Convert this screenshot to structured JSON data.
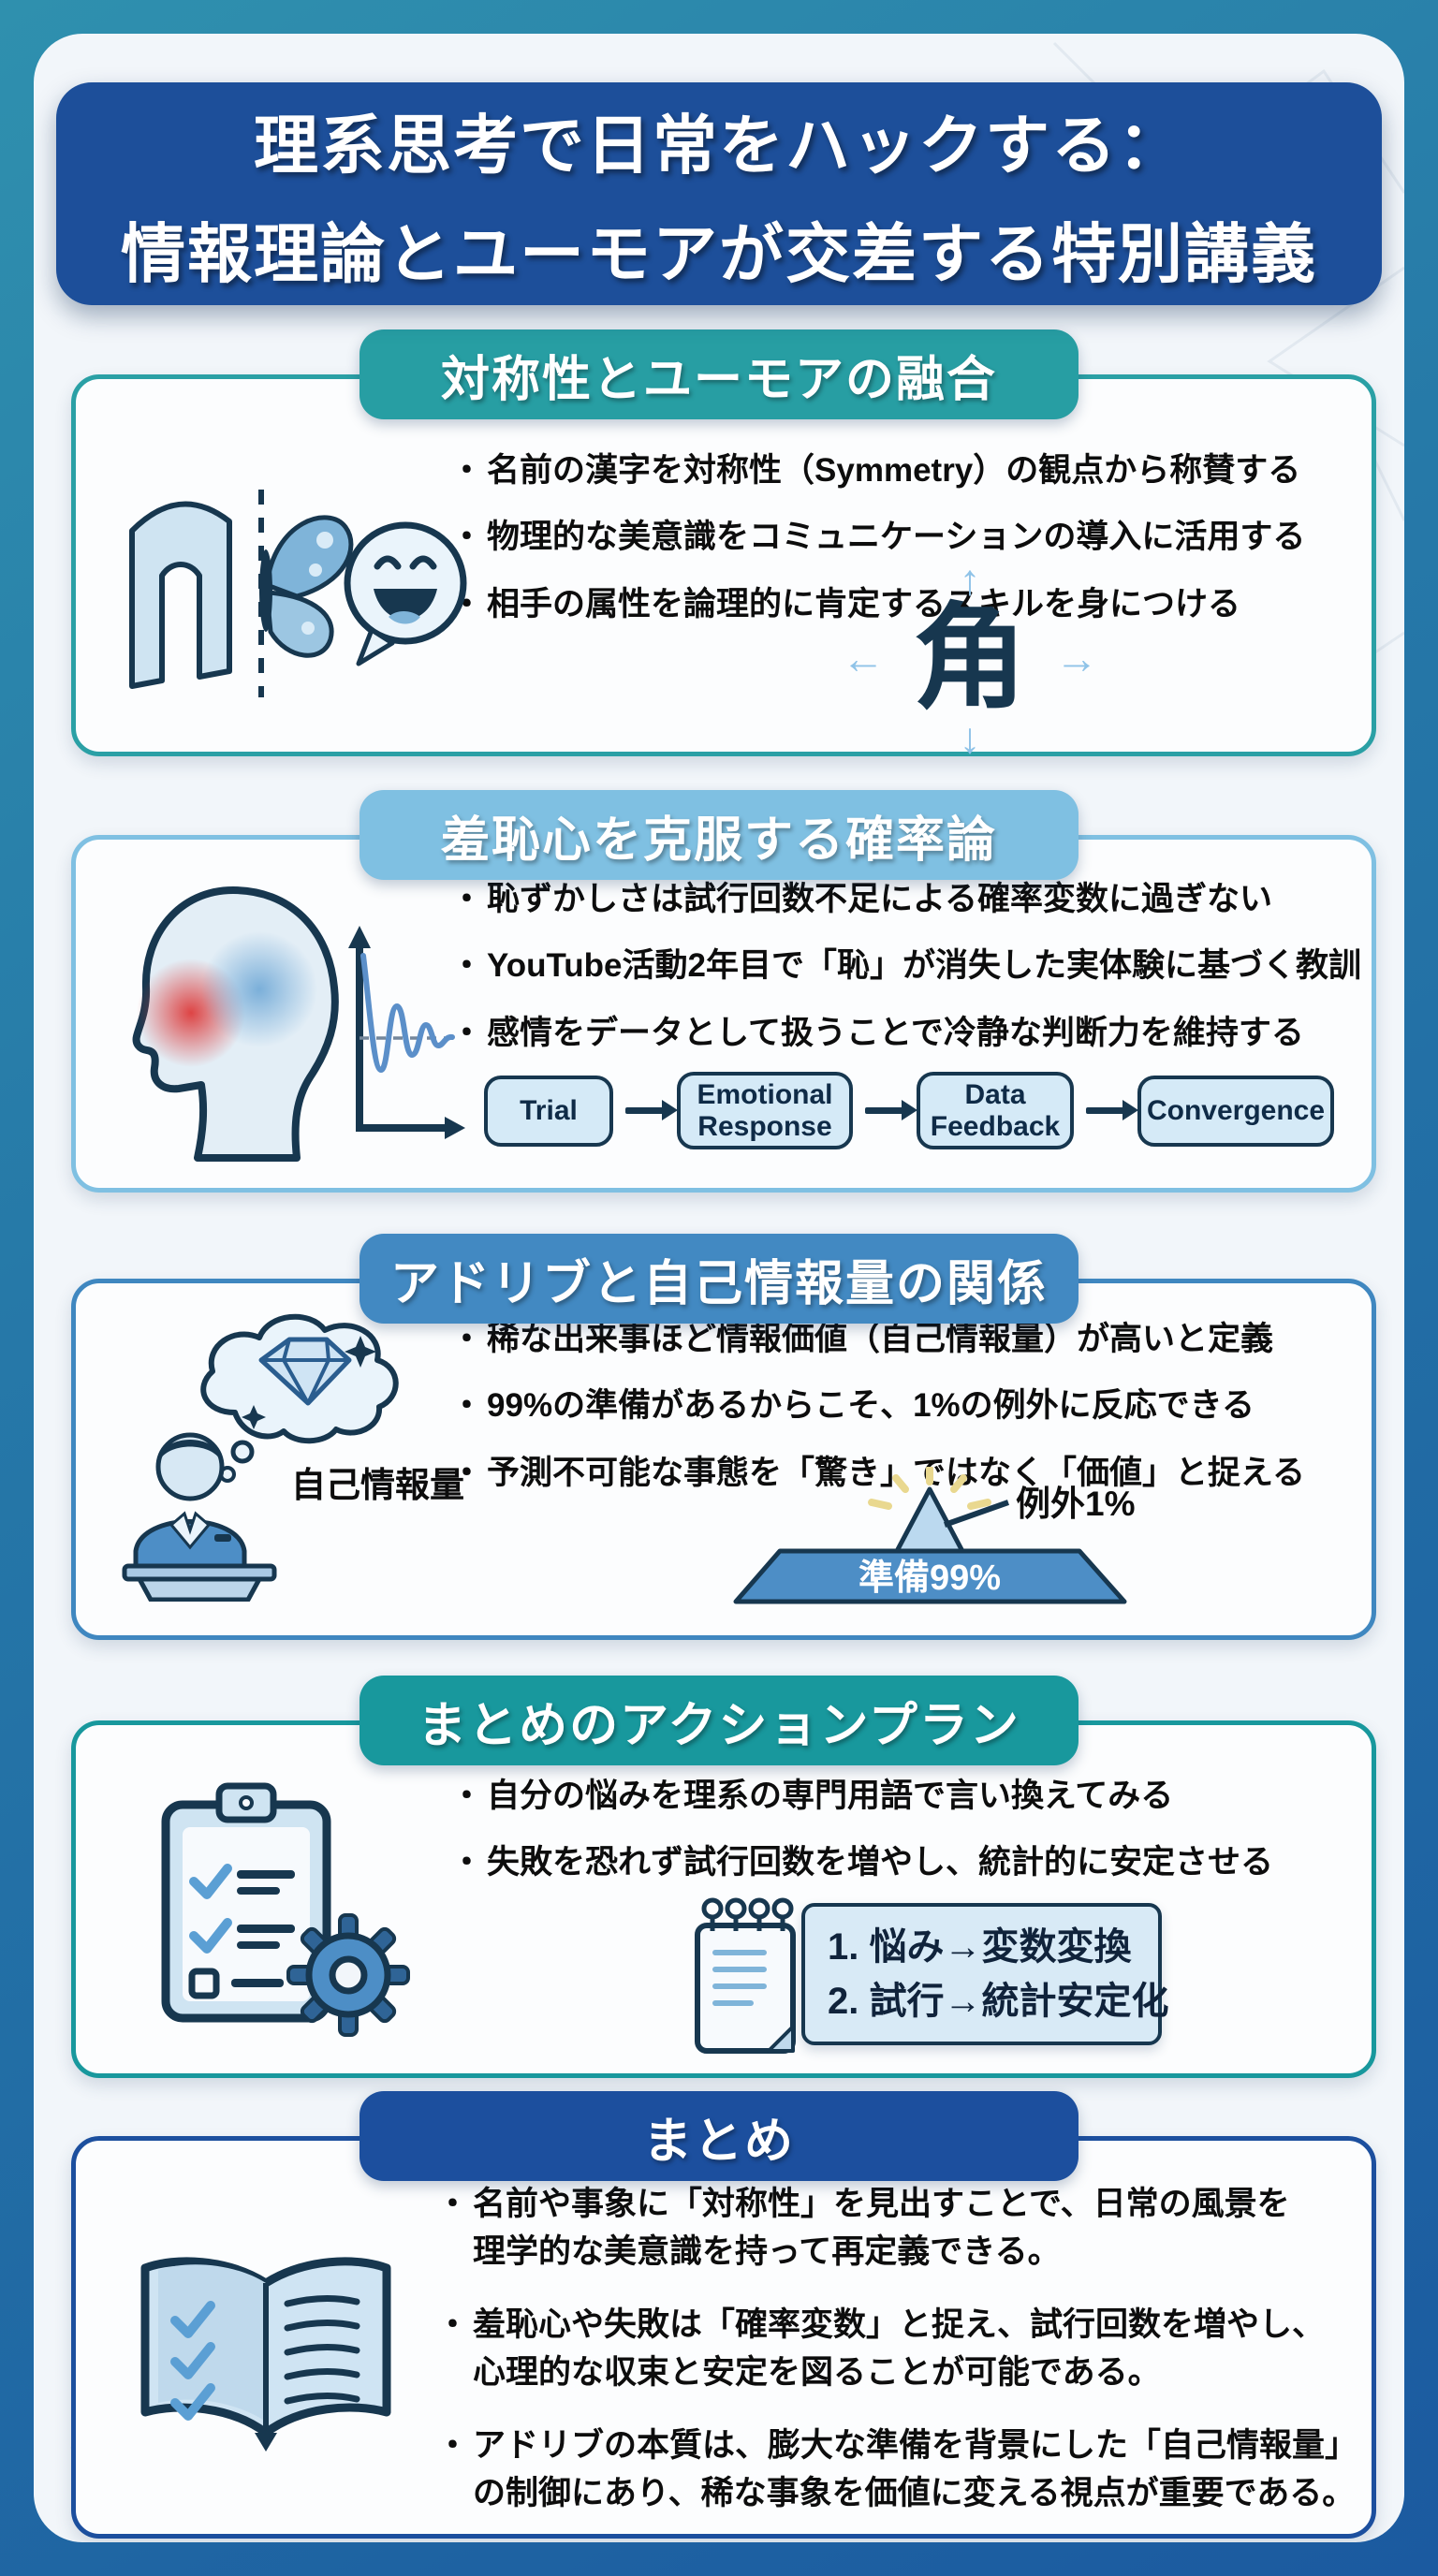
{
  "title": {
    "line1": "理系思考で日常をハックする：",
    "line2": "情報理論とユーモアが交差する特別講義"
  },
  "s1": {
    "header": "対称性とユーモアの融合",
    "bullets": [
      "名前の漢字を対称性（Symmetry）の観点から称賛する",
      "物理的な美意識をコミュニケーションの導入に活用する",
      "相手の属性を論理的に肯定するスキルを身につける"
    ],
    "kanji": "角"
  },
  "s2": {
    "header": "羞恥心を克服する確率論",
    "bullets": [
      "恥ずかしさは試行回数不足による確率変数に過ぎない",
      "YouTube活動2年目で「恥」が消失した実体験に基づく教訓",
      "感情をデータとして扱うことで冷静な判断力を維持する"
    ],
    "flow": [
      "Trial",
      "Emotional Response",
      "Data Feedback",
      "Convergence"
    ]
  },
  "s3": {
    "header": "アドリブと自己情報量の関係",
    "bullets": [
      "稀な出来事ほど情報価値（自己情報量）が高いと定義",
      "99%の準備があるからこそ、1%の例外に反応できる",
      "予測不可能な事態を「驚き」ではなく「価値」と捉える"
    ],
    "thought_label": "自己情報量",
    "pyramid": {
      "top": "例外1%",
      "base": "準備99%"
    }
  },
  "s4": {
    "header": "まとめのアクションプラン",
    "bullets": [
      "自分の悩みを理系の専門用語で言い換えてみる",
      "失敗を恐れず試行回数を増やし、統計的に安定させる"
    ],
    "note": [
      "1. 悩み→変数変換",
      "2. 試行→統計安定化"
    ]
  },
  "s5": {
    "header": "まとめ",
    "bullets": [
      "名前や事象に「対称性」を見出すことで、日常の風景を\n理学的な美意識を持って再定義できる。",
      "羞恥心や失敗は「確率変数」と捉え、試行回数を増やし、\n心理的な収束と安定を図ることが可能である。",
      "アドリブの本質は、膨大な準備を背景にした「自己情報量」\nの制御にあり、稀な事象を価値に変える視点が重要である。"
    ]
  },
  "colors": {
    "page_gradient_top": "#2F90AE",
    "page_gradient_bottom": "#1B5AA0",
    "panel_bg": "#F2F6FA",
    "title_bg": "#1D4F9A",
    "accent_s1": "#279EA3",
    "accent_s2": "#7FC0E2",
    "accent_s3": "#4289C2",
    "accent_s4": "#18989D",
    "accent_s5": "#1C4F9E",
    "diagram_navy": "#17374F",
    "flow_box_fill": "#D5EAF7",
    "pyramid_fill": "#4D8EC6"
  }
}
